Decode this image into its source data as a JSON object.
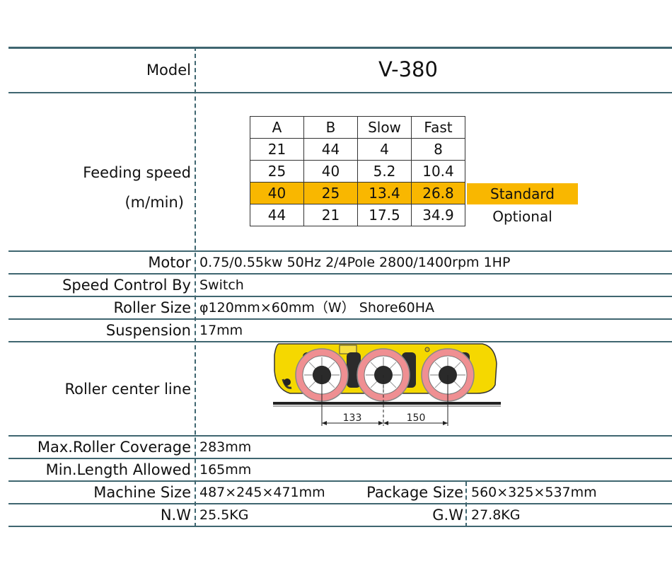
{
  "model": {
    "label": "Model",
    "value": "V-380"
  },
  "feeding_speed": {
    "label_line1": "Feeding speed",
    "label_line2": "(m/min)",
    "headers": [
      "A",
      "B",
      "Slow",
      "Fast"
    ],
    "rows": [
      [
        "21",
        "44",
        "4",
        "8"
      ],
      [
        "25",
        "40",
        "5.2",
        "10.4"
      ],
      [
        "40",
        "25",
        "13.4",
        "26.8"
      ],
      [
        "44",
        "21",
        "17.5",
        "34.9"
      ]
    ],
    "standard_note": "Standard",
    "optional_note": "Optional",
    "highlight_color": "#f9b700"
  },
  "motor": {
    "label": "Motor",
    "value": "0.75/0.55kw 50Hz 2/4Pole 2800/1400rpm 1HP"
  },
  "speed_control": {
    "label": "Speed Control By",
    "value": "Switch"
  },
  "roller_size": {
    "label": "Roller Size",
    "value": "φ120mm×60mm（W） Shore60HA"
  },
  "suspension": {
    "label": "Suspension",
    "value": "17mm"
  },
  "roller_center": {
    "label": "Roller center line",
    "dim1": "133",
    "dim2": "150"
  },
  "coverage": {
    "label": "Max.Roller Coverage",
    "value": "283mm"
  },
  "min_length": {
    "label": "Min.Length Allowed",
    "value": "165mm"
  },
  "machine_size": {
    "label": "Machine Size",
    "value": "487×245×471mm"
  },
  "package_size": {
    "label": "Package Size",
    "value": "560×325×537mm"
  },
  "nw": {
    "label": "N.W",
    "value": "25.5KG"
  },
  "gw": {
    "label": "G.W",
    "value": "27.8KG"
  },
  "colors": {
    "rule": "#3f6670",
    "feeder_body": "#f5d800",
    "roller_tire": "#ef8f92"
  }
}
